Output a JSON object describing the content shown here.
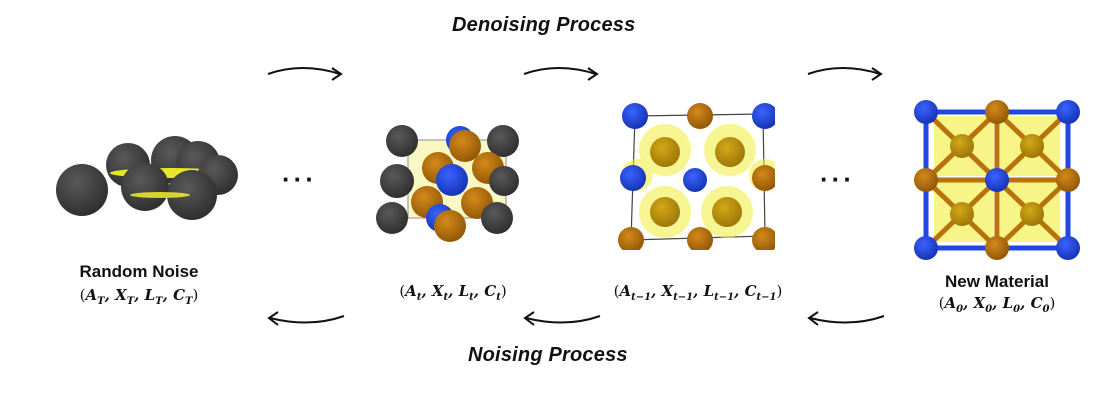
{
  "titles": {
    "denoising": "Denoising Process",
    "noising": "Noising Process"
  },
  "stages": [
    {
      "name": "Random Noise",
      "tuple": [
        "A",
        "X",
        "L",
        "C"
      ],
      "subscript": "T"
    },
    {
      "name": "",
      "tuple": [
        "A",
        "X",
        "L",
        "C"
      ],
      "subscript": "t"
    },
    {
      "name": "",
      "tuple": [
        "A",
        "X",
        "L",
        "C"
      ],
      "subscript": "t−1"
    },
    {
      "name": "New Material",
      "tuple": [
        "A",
        "X",
        "L",
        "C"
      ],
      "subscript": "0"
    }
  ],
  "ellipsis": "···",
  "colors": {
    "dark_atom": "#3d3d3d",
    "blue_atom": "#1f3fd6",
    "brown_atom": "#b8720c",
    "density": "#f2ee3a",
    "frame": "#444444"
  }
}
